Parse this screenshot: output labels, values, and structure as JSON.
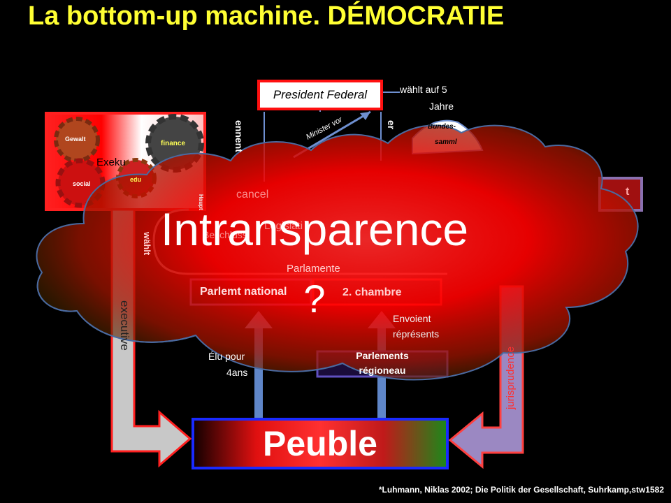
{
  "slide": {
    "title": "La bottom-up machine. DÉMOCRATIE",
    "footnote": "*Luhmann, Niklas 2002; Die Politik der Gesellschaft, Suhrkamp,stw1582"
  },
  "diagram": {
    "president": "President Federal",
    "waehlt_auf": "wählt auf 5",
    "jahre": "Jahre",
    "ernennt_left": "ennent",
    "ernennt_right": "er",
    "minister": "Minister vor",
    "bundes": "Bundes-",
    "versammlung": "samml",
    "exekutive": "Exeku",
    "gears": {
      "gewalt": "Gewalt",
      "finance": "finance",
      "social": "social",
      "edu": "edu"
    },
    "hauptstadt": "Haupt",
    "kanzler": "cancel",
    "right_box": "t",
    "legislative": "Legislati",
    "beschluss": "Beschluss",
    "waehlt_vertical": "wählt",
    "parlamente": "Parlamente",
    "parl_national": "Parlemt national",
    "second_chamber": "2. chambre",
    "envoient": "Envoient",
    "represents": "réprésents",
    "elu_pour": "Élu pour",
    "four_ans": "4ans",
    "parl_regionaux_1": "Parlements",
    "parl_regionaux_2": "régioneau",
    "executive": "executive",
    "jurisprudence": "jurisprudence",
    "peuple": "Peuble"
  },
  "cloud": {
    "word": "Intransparence",
    "question": "?"
  }
}
